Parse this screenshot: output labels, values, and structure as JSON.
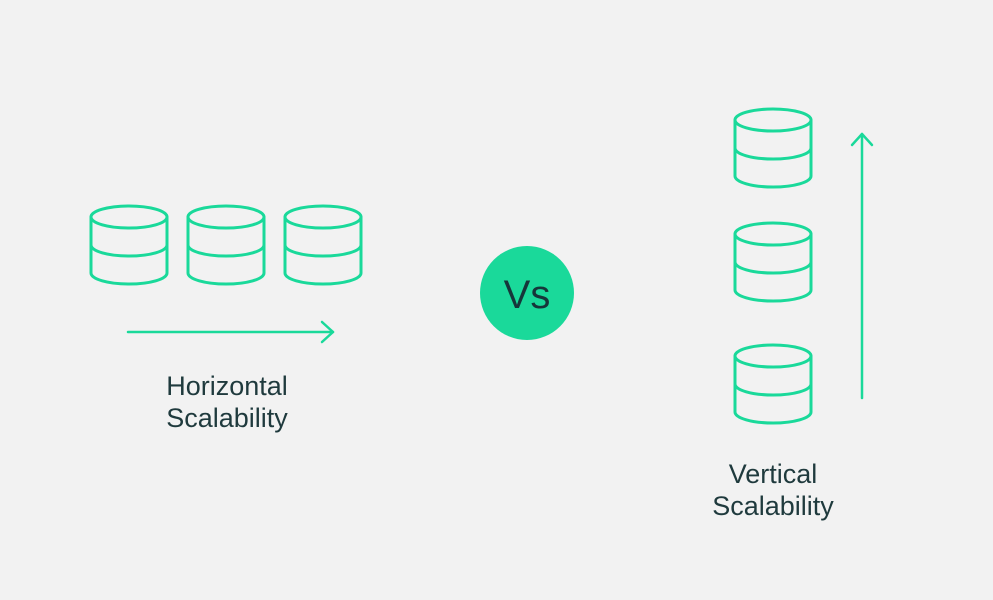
{
  "colors": {
    "accent": "#1ad99a",
    "text": "#1f3a3d",
    "background": "#f2f2f2"
  },
  "vs": {
    "label": "Vs"
  },
  "horizontal": {
    "line1": "Horizontal",
    "line2": "Scalability",
    "database_count": 3,
    "arrow_icon": "arrow-right-icon"
  },
  "vertical": {
    "line1": "Vertical",
    "line2": "Scalability",
    "database_count": 3,
    "arrow_icon": "arrow-up-icon"
  },
  "database_icon": "database-icon"
}
